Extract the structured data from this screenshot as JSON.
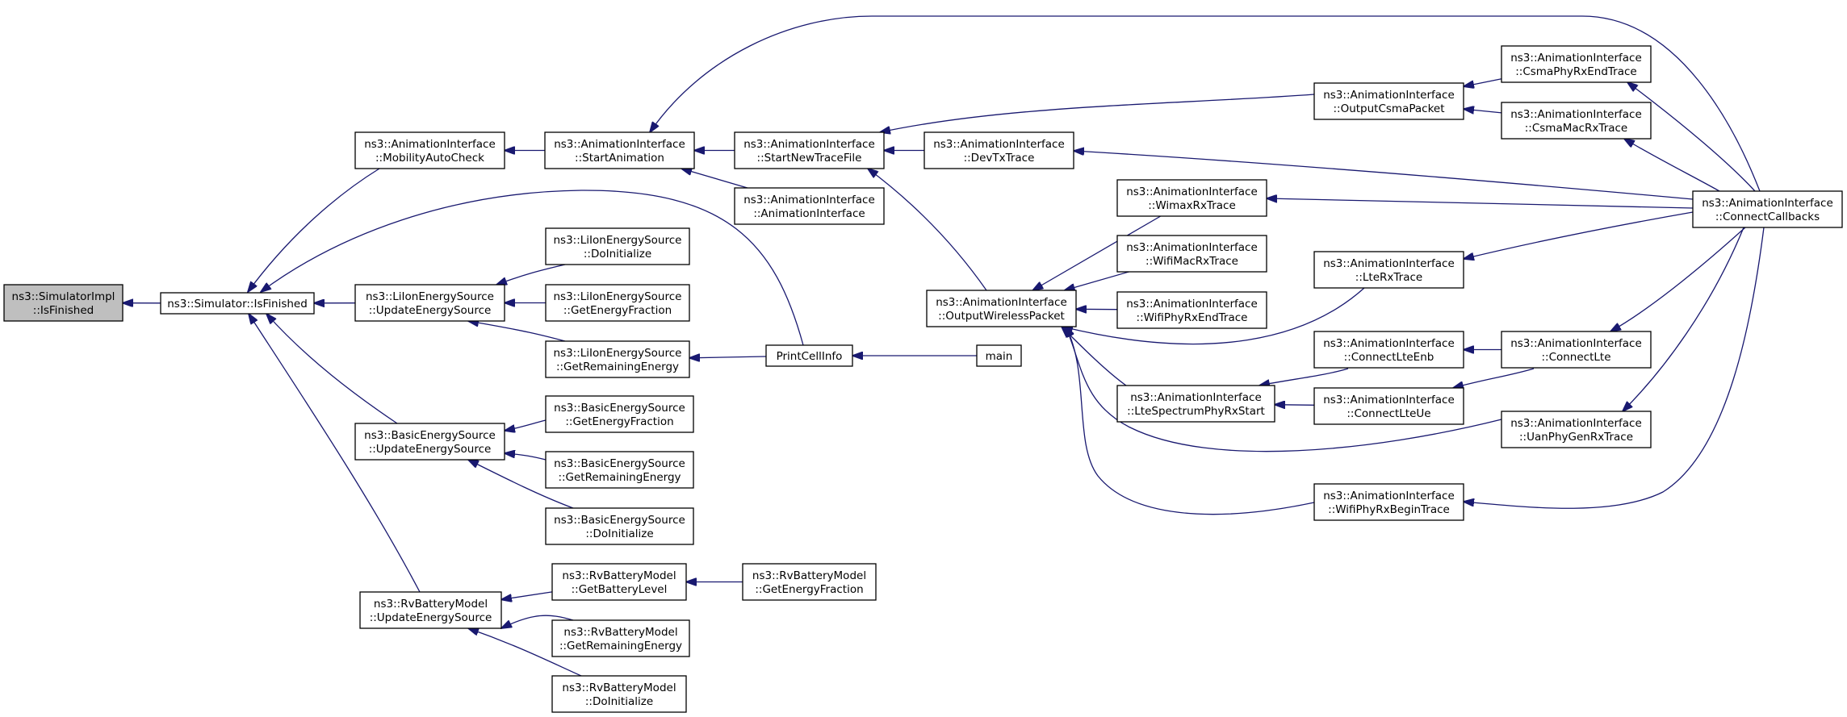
{
  "graph": {
    "edge_color": "#191970",
    "root_fill": "#bfbfbf",
    "nodes": [
      {
        "id": "n0",
        "lines": [
          "ns3::SimulatorImpl",
          "::IsFinished"
        ],
        "root": true
      },
      {
        "id": "n1",
        "lines": [
          "ns3::Simulator::IsFinished"
        ]
      },
      {
        "id": "n2",
        "lines": [
          "ns3::AnimationInterface",
          "::MobilityAutoCheck"
        ]
      },
      {
        "id": "n3",
        "lines": [
          "ns3::AnimationInterface",
          "::StartAnimation"
        ]
      },
      {
        "id": "n4",
        "lines": [
          "ns3::AnimationInterface",
          "::StartNewTraceFile"
        ]
      },
      {
        "id": "n5",
        "lines": [
          "ns3::AnimationInterface",
          "::AnimationInterface"
        ]
      },
      {
        "id": "n6",
        "lines": [
          "ns3::AnimationInterface",
          "::DevTxTrace"
        ]
      },
      {
        "id": "n7",
        "lines": [
          "ns3::AnimationInterface",
          "::OutputCsmaPacket"
        ]
      },
      {
        "id": "n8",
        "lines": [
          "ns3::AnimationInterface",
          "::CsmaPhyRxEndTrace"
        ]
      },
      {
        "id": "n9",
        "lines": [
          "ns3::AnimationInterface",
          "::CsmaMacRxTrace"
        ]
      },
      {
        "id": "n10",
        "lines": [
          "ns3::AnimationInterface",
          "::ConnectCallbacks"
        ]
      },
      {
        "id": "n11",
        "lines": [
          "ns3::LiIonEnergySource",
          "::DoInitialize"
        ]
      },
      {
        "id": "n12",
        "lines": [
          "ns3::LiIonEnergySource",
          "::UpdateEnergySource"
        ]
      },
      {
        "id": "n13",
        "lines": [
          "ns3::LiIonEnergySource",
          "::GetEnergyFraction"
        ]
      },
      {
        "id": "n14",
        "lines": [
          "ns3::LiIonEnergySource",
          "::GetRemainingEnergy"
        ]
      },
      {
        "id": "n15",
        "lines": [
          "PrintCellInfo"
        ]
      },
      {
        "id": "n16",
        "lines": [
          "main"
        ]
      },
      {
        "id": "n17",
        "lines": [
          "ns3::AnimationInterface",
          "::OutputWirelessPacket"
        ]
      },
      {
        "id": "n18",
        "lines": [
          "ns3::AnimationInterface",
          "::WimaxRxTrace"
        ]
      },
      {
        "id": "n19",
        "lines": [
          "ns3::AnimationInterface",
          "::WifiMacRxTrace"
        ]
      },
      {
        "id": "n20",
        "lines": [
          "ns3::AnimationInterface",
          "::WifiPhyRxEndTrace"
        ]
      },
      {
        "id": "n21",
        "lines": [
          "ns3::AnimationInterface",
          "::LteRxTrace"
        ]
      },
      {
        "id": "n22",
        "lines": [
          "ns3::AnimationInterface",
          "::LteSpectrumPhyRxStart"
        ]
      },
      {
        "id": "n23",
        "lines": [
          "ns3::AnimationInterface",
          "::ConnectLteEnb"
        ]
      },
      {
        "id": "n24",
        "lines": [
          "ns3::AnimationInterface",
          "::ConnectLteUe"
        ]
      },
      {
        "id": "n25",
        "lines": [
          "ns3::AnimationInterface",
          "::ConnectLte"
        ]
      },
      {
        "id": "n26",
        "lines": [
          "ns3::AnimationInterface",
          "::UanPhyGenRxTrace"
        ]
      },
      {
        "id": "n27",
        "lines": [
          "ns3::AnimationInterface",
          "::WifiPhyRxBeginTrace"
        ]
      },
      {
        "id": "n28",
        "lines": [
          "ns3::BasicEnergySource",
          "::UpdateEnergySource"
        ]
      },
      {
        "id": "n29",
        "lines": [
          "ns3::BasicEnergySource",
          "::GetEnergyFraction"
        ]
      },
      {
        "id": "n30",
        "lines": [
          "ns3::BasicEnergySource",
          "::GetRemainingEnergy"
        ]
      },
      {
        "id": "n31",
        "lines": [
          "ns3::BasicEnergySource",
          "::DoInitialize"
        ]
      },
      {
        "id": "n32",
        "lines": [
          "ns3::RvBatteryModel",
          "::UpdateEnergySource"
        ]
      },
      {
        "id": "n33",
        "lines": [
          "ns3::RvBatteryModel",
          "::GetBatteryLevel"
        ]
      },
      {
        "id": "n34",
        "lines": [
          "ns3::RvBatteryModel",
          "::GetEnergyFraction"
        ]
      },
      {
        "id": "n35",
        "lines": [
          "ns3::RvBatteryModel",
          "::GetRemainingEnergy"
        ]
      },
      {
        "id": "n36",
        "lines": [
          "ns3::RvBatteryModel",
          "::DoInitialize"
        ]
      }
    ],
    "edges": [
      {
        "from": "n1",
        "to": "n0"
      },
      {
        "from": "n2",
        "to": "n1"
      },
      {
        "from": "n3",
        "to": "n2"
      },
      {
        "from": "n4",
        "to": "n3"
      },
      {
        "from": "n5",
        "to": "n3"
      },
      {
        "from": "n10",
        "to": "n3"
      },
      {
        "from": "n6",
        "to": "n4"
      },
      {
        "from": "n7",
        "to": "n4"
      },
      {
        "from": "n17",
        "to": "n4"
      },
      {
        "from": "n10",
        "to": "n6"
      },
      {
        "from": "n8",
        "to": "n7"
      },
      {
        "from": "n9",
        "to": "n7"
      },
      {
        "from": "n10",
        "to": "n8"
      },
      {
        "from": "n10",
        "to": "n9"
      },
      {
        "from": "n15",
        "to": "n1"
      },
      {
        "from": "n16",
        "to": "n15"
      },
      {
        "from": "n12",
        "to": "n1"
      },
      {
        "from": "n11",
        "to": "n12"
      },
      {
        "from": "n13",
        "to": "n12"
      },
      {
        "from": "n14",
        "to": "n12"
      },
      {
        "from": "n15",
        "to": "n14"
      },
      {
        "from": "n18",
        "to": "n17"
      },
      {
        "from": "n19",
        "to": "n17"
      },
      {
        "from": "n20",
        "to": "n17"
      },
      {
        "from": "n21",
        "to": "n17"
      },
      {
        "from": "n22",
        "to": "n17"
      },
      {
        "from": "n26",
        "to": "n17"
      },
      {
        "from": "n27",
        "to": "n17"
      },
      {
        "from": "n10",
        "to": "n18"
      },
      {
        "from": "n10",
        "to": "n21"
      },
      {
        "from": "n23",
        "to": "n22"
      },
      {
        "from": "n24",
        "to": "n22"
      },
      {
        "from": "n25",
        "to": "n23"
      },
      {
        "from": "n25",
        "to": "n24"
      },
      {
        "from": "n10",
        "to": "n25"
      },
      {
        "from": "n10",
        "to": "n26"
      },
      {
        "from": "n10",
        "to": "n27"
      },
      {
        "from": "n28",
        "to": "n1"
      },
      {
        "from": "n29",
        "to": "n28"
      },
      {
        "from": "n30",
        "to": "n28"
      },
      {
        "from": "n31",
        "to": "n28"
      },
      {
        "from": "n32",
        "to": "n1"
      },
      {
        "from": "n33",
        "to": "n32"
      },
      {
        "from": "n34",
        "to": "n33"
      },
      {
        "from": "n35",
        "to": "n32"
      },
      {
        "from": "n36",
        "to": "n32"
      }
    ]
  }
}
